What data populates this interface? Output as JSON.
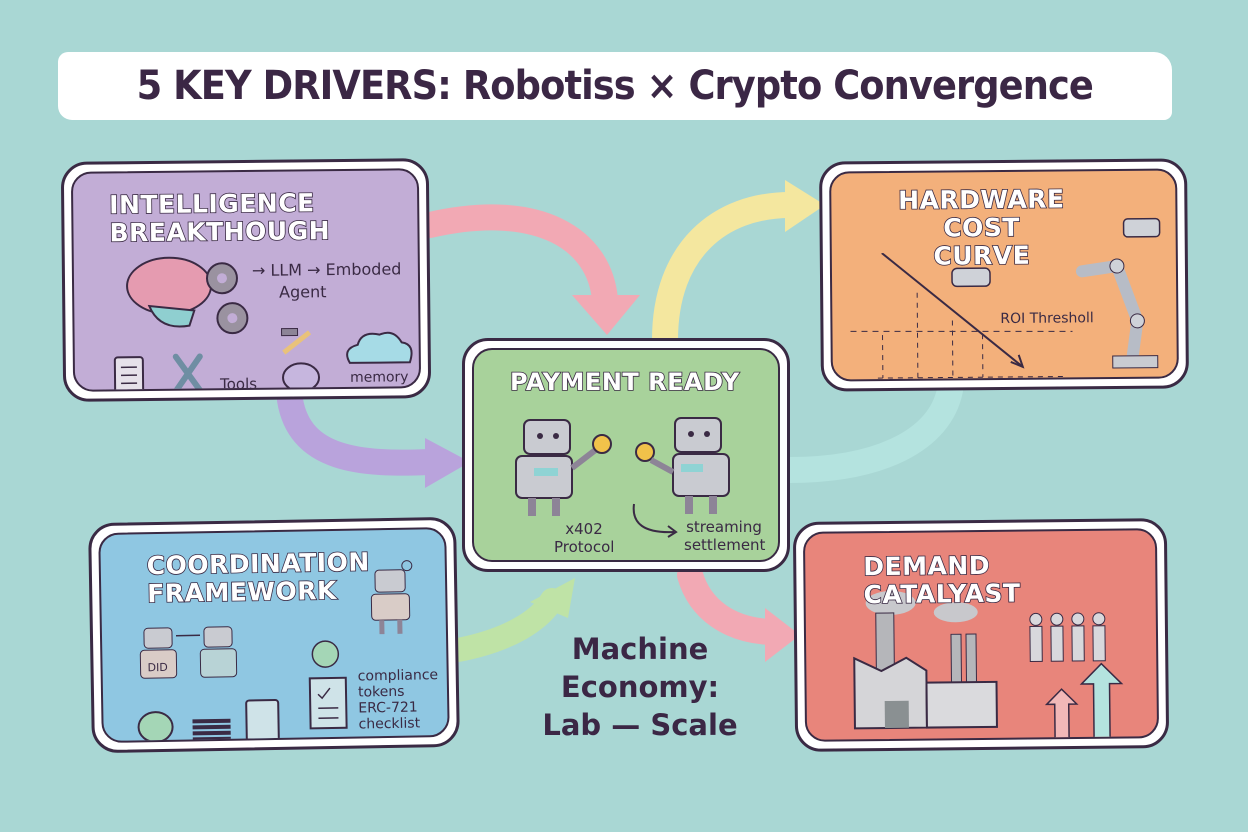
{
  "title": "5 KEY DRIVERS: Robotiss × Crypto Convergence",
  "panels": {
    "intelligence": {
      "title_line1": "INTELLIGENCE",
      "title_line2": "BREAKTHOUGH",
      "flow_text": "→ LLM → Emboded",
      "agent": "Agent",
      "tools": "Tools",
      "memory": "memory",
      "color": "#c2add6"
    },
    "payment": {
      "title": "PAYMENT READY",
      "protocol_line1": "x402",
      "protocol_line2": "Protocol",
      "settlement_line1": "streaming",
      "settlement_line2": "settlement",
      "color": "#a8d29b"
    },
    "coordination": {
      "title_line1": "COORDINATION",
      "title_line2": "FRAMEWORK",
      "did": "DID",
      "list": [
        "compliance",
        "tokens",
        "ERC-721",
        "checklist"
      ],
      "color": "#8fc7e2"
    },
    "hardware": {
      "title_line1": "HARDWARE COST",
      "title_line2": "CURVE",
      "roi": "ROI Thresholl",
      "color": "#f3b07b"
    },
    "demand": {
      "title": "DEMAND CATALYAST",
      "color": "#e8857b"
    }
  },
  "center": {
    "line1": "Machine",
    "line2": "Economy:",
    "line3": "Lab — Scale"
  },
  "arrow_colors": {
    "pink": "#f2a9b4",
    "purple": "#b9a3dc",
    "green": "#bfe3a6",
    "yellow": "#f4e79f",
    "teal": "#b4e3df"
  }
}
